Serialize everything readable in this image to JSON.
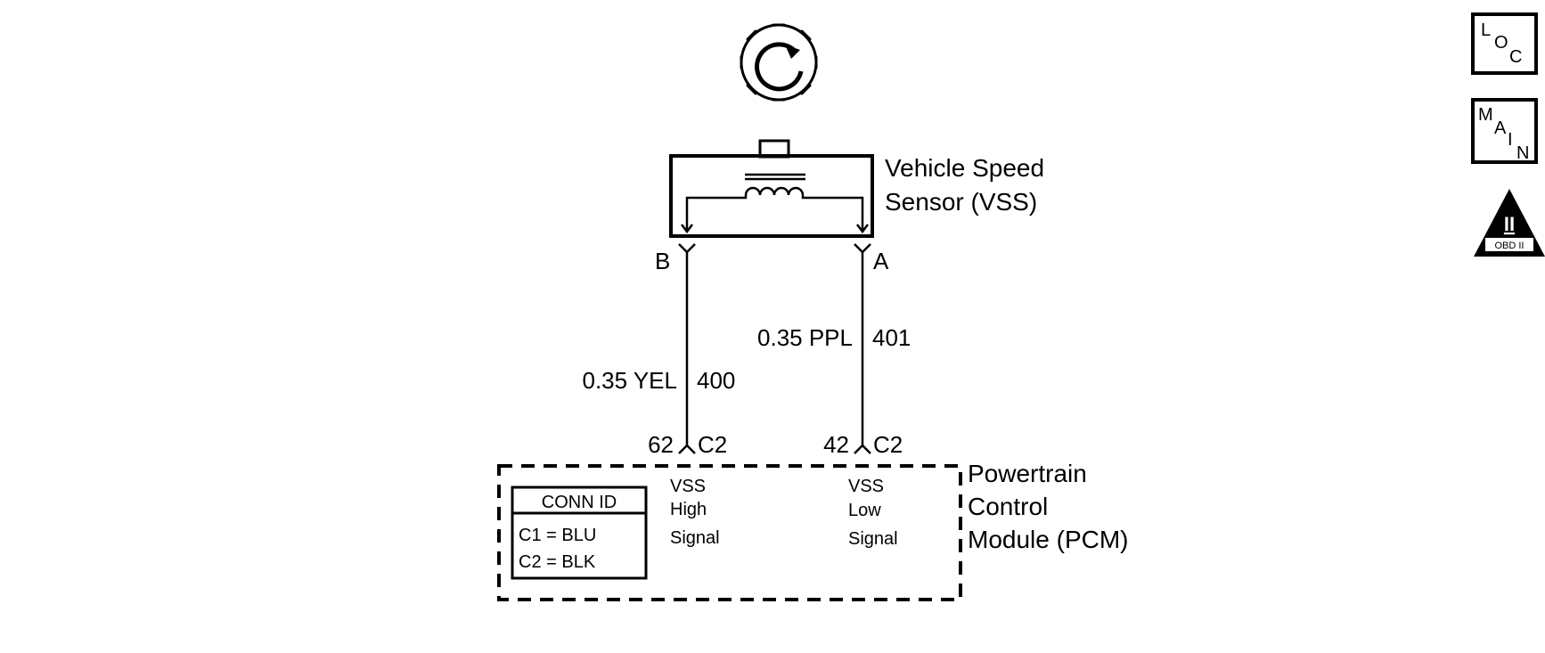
{
  "sensor": {
    "label_line1": "Vehicle Speed",
    "label_line2": "Sensor (VSS)",
    "terminal_b": "B",
    "terminal_a": "A"
  },
  "wires": {
    "left": {
      "gauge_color": "0.35 YEL",
      "circuit": "400",
      "pin": "62",
      "connector": "C2"
    },
    "right": {
      "gauge_color": "0.35 PPL",
      "circuit": "401",
      "pin": "42",
      "connector": "C2"
    }
  },
  "pcm": {
    "label_line1": "Powertrain",
    "label_line2": "Control",
    "label_line3": "Module (PCM)",
    "left_signal": [
      "VSS",
      "High",
      "Signal"
    ],
    "right_signal": [
      "VSS",
      "Low",
      "Signal"
    ],
    "conn_id": {
      "title": "CONN ID",
      "row1": "C1 = BLU",
      "row2": "C2 = BLK"
    }
  },
  "nav": {
    "loc": {
      "l": "L",
      "o": "O",
      "c": "C"
    },
    "main": {
      "m": "M",
      "a": "A",
      "i": "I",
      "n": "N"
    },
    "obd": {
      "numeral": "II",
      "label": "OBD II"
    }
  }
}
